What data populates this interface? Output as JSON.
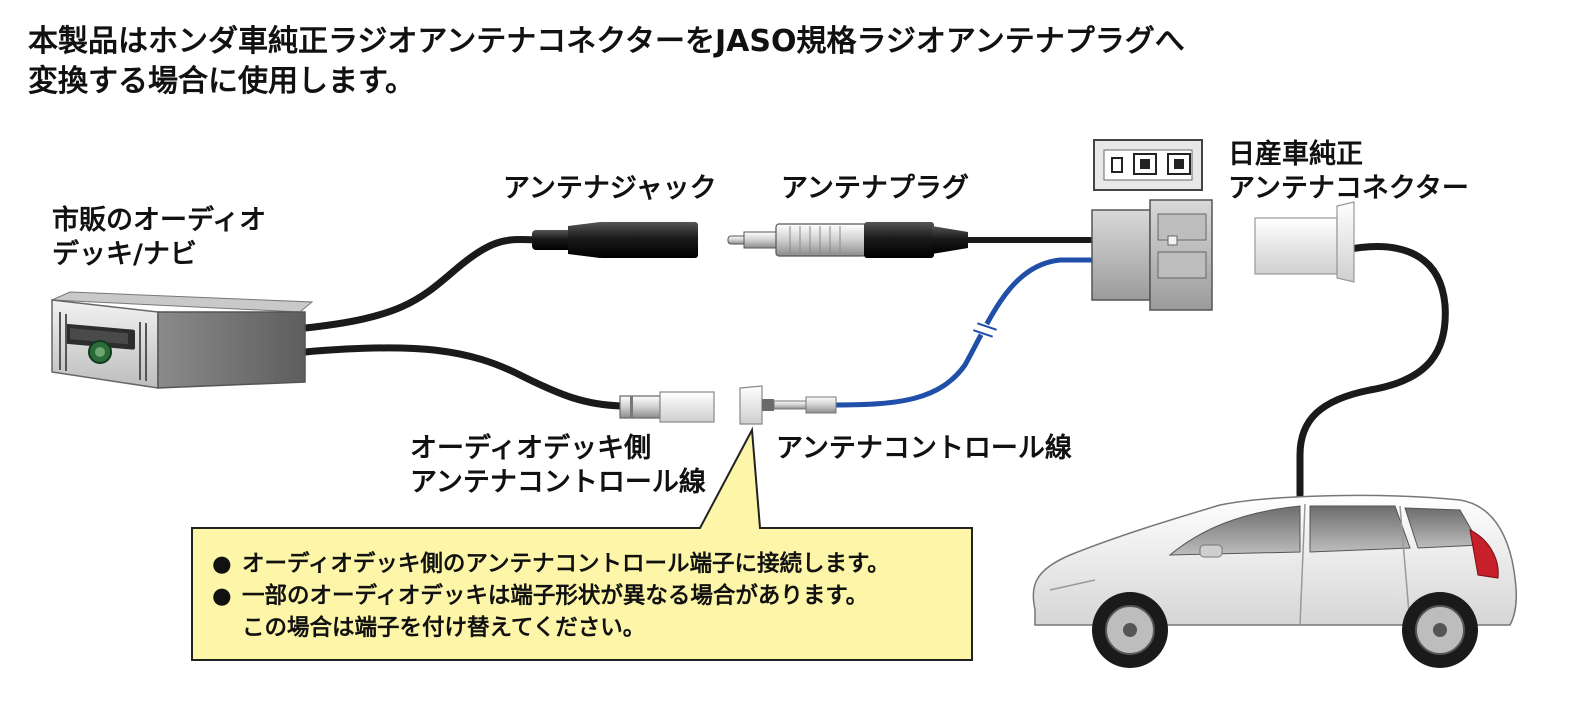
{
  "heading": {
    "line1": "本製品はホンダ車純正ラジオアンテナコネクターをJASO規格ラジオアンテナプラグへ",
    "line2": "変換する場合に使用します。"
  },
  "labels": {
    "audio_deck_line1": "市販のオーディオ",
    "audio_deck_line2": "デッキ/ナビ",
    "antenna_jack": "アンテナジャック",
    "antenna_plug": "アンテナプラグ",
    "nissan_connector_line1": "日産車純正",
    "nissan_connector_line2": "アンテナコネクター",
    "deck_control_line1": "オーディオデッキ側",
    "deck_control_line2": "アンテナコントロール線",
    "antenna_control": "アンテナコントロール線"
  },
  "note": {
    "bullet": "●",
    "item1": "オーディオデッキ側のアンテナコントロール端子に接続します。",
    "item2_line1": "一部のオーディオデッキは端子形状が異なる場合があります。",
    "item2_line2": "この場合は端子を付け替えてください。"
  },
  "colors": {
    "callout_fill": "#fdf6a8",
    "blue_wire": "#1f4fa8",
    "black_wire": "#1a1a1a",
    "brake_light": "#c8202a"
  },
  "icons": [
    "audio-deck-icon",
    "antenna-jack-icon",
    "antenna-plug-icon",
    "connector-icon",
    "car-icon"
  ]
}
